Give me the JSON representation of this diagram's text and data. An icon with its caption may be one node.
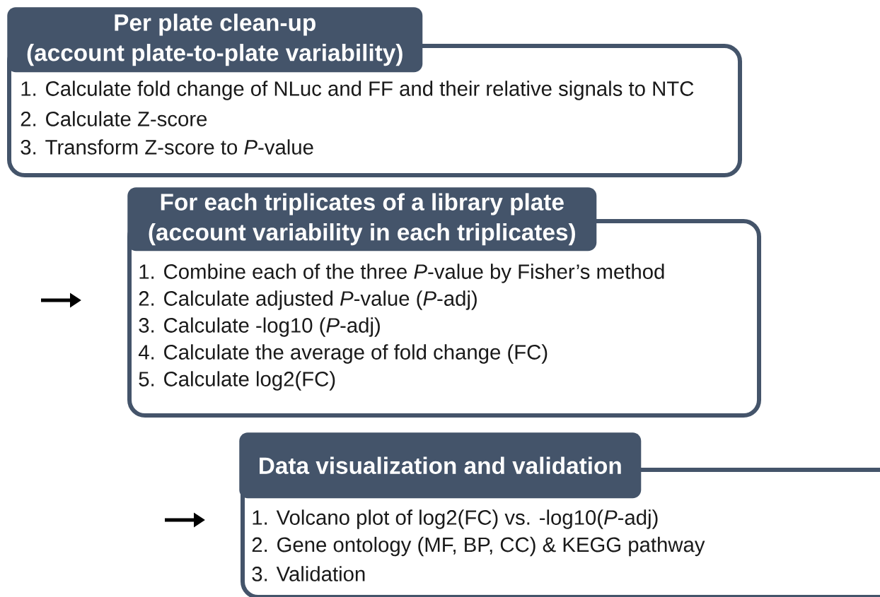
{
  "diagram": {
    "nodes": [
      {
        "text": [
          "Per plate clean-up",
          "(account plate-to-plate variability)",
          "1. Calculate fold change of NLuc and FF and their relative signals to NTC",
          "2. Calculate Z-score",
          "3. Transform Z-score to *P*-value"
        ]
      },
      {
        "text": [
          "For each triplicates of a library plate",
          "(account variability in each triplicates)",
          "1. Combine each of the three *P*-value by Fisher’s method",
          "2. Calculate adjusted *P*-value (*P*-adj)",
          "3. Calculate -log10 (*P*-adj)",
          "4. Calculate the average of fold change (FC)",
          "5. Calculate log2(FC)"
        ]
      },
      {
        "text": [
          "Data visualization and validation",
          "1. Volcano plot of log2(FC) vs. -log10(*P*-adj)",
          "2. Gene ontology (MF, BP, CC) & KEGG pathway",
          "3. Validation"
        ]
      }
    ]
  }
}
